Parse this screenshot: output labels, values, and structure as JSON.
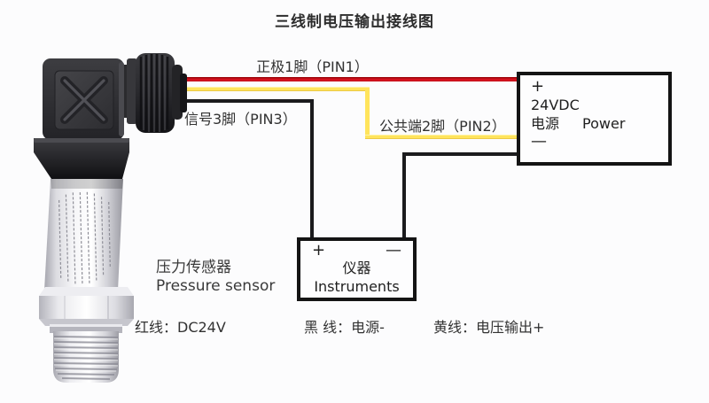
{
  "title": "三线制电压输出接线图",
  "wire_labels": {
    "pin1": "正极1脚（PIN1）",
    "pin3": "信号3脚（PIN3）",
    "pin2": "公共端2脚（PIN2）"
  },
  "power_box": {
    "plus": "+",
    "voltage": "24VDC",
    "label_cn": "电源",
    "label_en": "Power",
    "minus": "—"
  },
  "instrument_box": {
    "plus": "+",
    "minus": "—",
    "label_cn": "仪器",
    "label_en": "Instruments"
  },
  "sensor_caption": {
    "cn": "压力传感器",
    "en": "Pressure sensor"
  },
  "legend": {
    "red": "红线：DC24V",
    "black": "黑 线：电源-",
    "yellow": "黄线：电压输出+"
  },
  "colors": {
    "wire_red": "#d01220",
    "wire_yellow": "#ffe45c",
    "wire_black": "#1b1b1d",
    "box_border": "#141414",
    "background": "#fcfcfd"
  }
}
